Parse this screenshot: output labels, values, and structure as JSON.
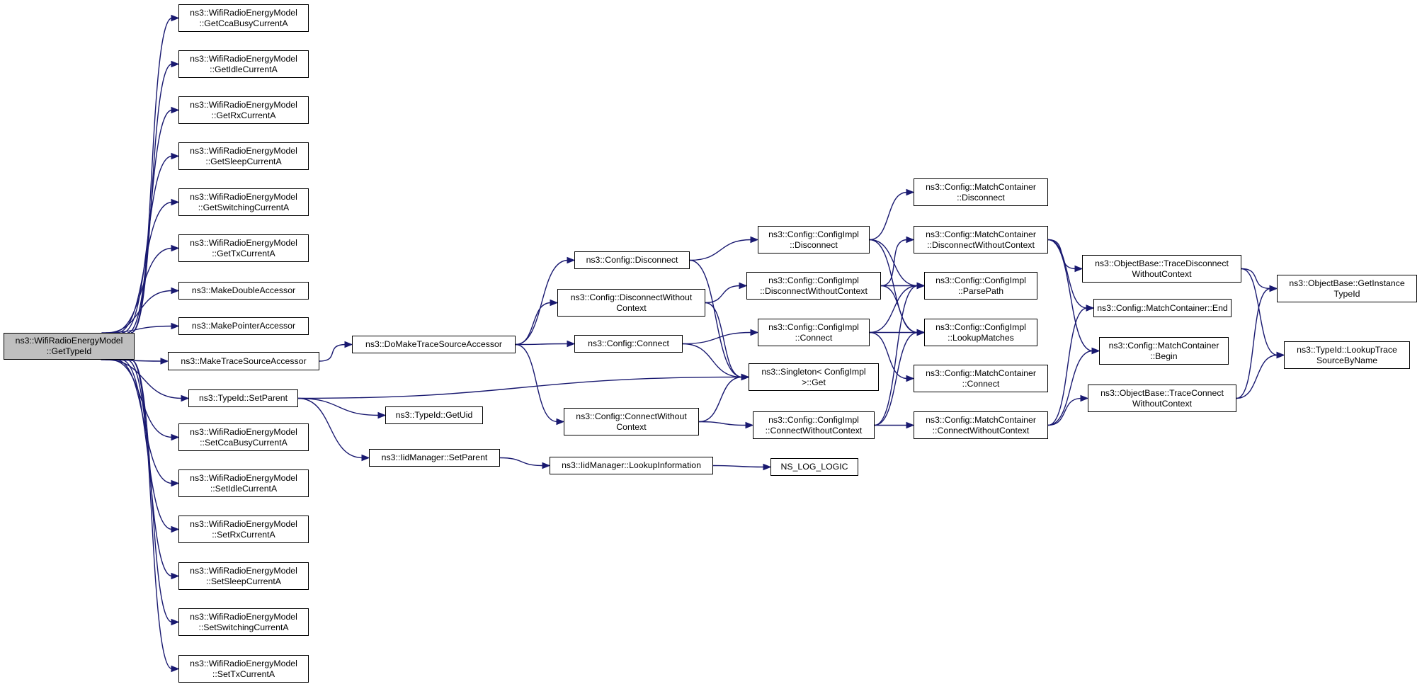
{
  "colors": {
    "edge": "#191970",
    "node_border": "#000000",
    "root_fill": "#bfbfbf",
    "node_fill": "#ffffff"
  },
  "nodes": [
    {
      "id": "root",
      "lines": [
        "ns3::WifiRadioEnergyModel",
        "::GetTypeId"
      ],
      "root": true
    },
    {
      "id": "n1",
      "lines": [
        "ns3::WifiRadioEnergyModel",
        "::GetCcaBusyCurrentA"
      ]
    },
    {
      "id": "n2",
      "lines": [
        "ns3::WifiRadioEnergyModel",
        "::GetIdleCurrentA"
      ]
    },
    {
      "id": "n3",
      "lines": [
        "ns3::WifiRadioEnergyModel",
        "::GetRxCurrentA"
      ]
    },
    {
      "id": "n4",
      "lines": [
        "ns3::WifiRadioEnergyModel",
        "::GetSleepCurrentA"
      ]
    },
    {
      "id": "n5",
      "lines": [
        "ns3::WifiRadioEnergyModel",
        "::GetSwitchingCurrentA"
      ]
    },
    {
      "id": "n6",
      "lines": [
        "ns3::WifiRadioEnergyModel",
        "::GetTxCurrentA"
      ]
    },
    {
      "id": "n7",
      "lines": [
        "ns3::MakeDoubleAccessor"
      ]
    },
    {
      "id": "n8",
      "lines": [
        "ns3::MakePointerAccessor"
      ]
    },
    {
      "id": "n9",
      "lines": [
        "ns3::MakeTraceSourceAccessor"
      ]
    },
    {
      "id": "n10",
      "lines": [
        "ns3::TypeId::SetParent"
      ]
    },
    {
      "id": "n11",
      "lines": [
        "ns3::WifiRadioEnergyModel",
        "::SetCcaBusyCurrentA"
      ]
    },
    {
      "id": "n12",
      "lines": [
        "ns3::WifiRadioEnergyModel",
        "::SetIdleCurrentA"
      ]
    },
    {
      "id": "n13",
      "lines": [
        "ns3::WifiRadioEnergyModel",
        "::SetRxCurrentA"
      ]
    },
    {
      "id": "n14",
      "lines": [
        "ns3::WifiRadioEnergyModel",
        "::SetSleepCurrentA"
      ]
    },
    {
      "id": "n15",
      "lines": [
        "ns3::WifiRadioEnergyModel",
        "::SetSwitchingCurrentA"
      ]
    },
    {
      "id": "n16",
      "lines": [
        "ns3::WifiRadioEnergyModel",
        "::SetTxCurrentA"
      ]
    },
    {
      "id": "n17",
      "lines": [
        "ns3::DoMakeTraceSourceAccessor"
      ]
    },
    {
      "id": "n18",
      "lines": [
        "ns3::TypeId::GetUid"
      ]
    },
    {
      "id": "n19",
      "lines": [
        "ns3::IidManager::SetParent"
      ]
    },
    {
      "id": "n20",
      "lines": [
        "ns3::Config::Disconnect"
      ]
    },
    {
      "id": "n21",
      "lines": [
        "ns3::Config::DisconnectWithout",
        "Context"
      ]
    },
    {
      "id": "n22",
      "lines": [
        "ns3::Config::Connect"
      ]
    },
    {
      "id": "n23",
      "lines": [
        "ns3::Config::ConnectWithout",
        "Context"
      ]
    },
    {
      "id": "n24",
      "lines": [
        "ns3::IidManager::LookupInformation"
      ]
    },
    {
      "id": "n25",
      "lines": [
        "ns3::Config::ConfigImpl",
        "::Disconnect"
      ]
    },
    {
      "id": "n26",
      "lines": [
        "ns3::Config::ConfigImpl",
        "::DisconnectWithoutContext"
      ]
    },
    {
      "id": "n27",
      "lines": [
        "ns3::Config::ConfigImpl",
        "::Connect"
      ]
    },
    {
      "id": "n28",
      "lines": [
        "ns3::Singleton< ConfigImpl",
        " >::Get"
      ]
    },
    {
      "id": "n29",
      "lines": [
        "ns3::Config::ConfigImpl",
        "::ConnectWithoutContext"
      ]
    },
    {
      "id": "n30",
      "lines": [
        "NS_LOG_LOGIC"
      ]
    },
    {
      "id": "n31",
      "lines": [
        "ns3::Config::MatchContainer",
        "::Disconnect"
      ]
    },
    {
      "id": "n32",
      "lines": [
        "ns3::Config::MatchContainer",
        "::DisconnectWithoutContext"
      ]
    },
    {
      "id": "n33",
      "lines": [
        "ns3::Config::ConfigImpl",
        "::ParsePath"
      ]
    },
    {
      "id": "n34",
      "lines": [
        "ns3::Config::ConfigImpl",
        "::LookupMatches"
      ]
    },
    {
      "id": "n35",
      "lines": [
        "ns3::Config::MatchContainer",
        "::Connect"
      ]
    },
    {
      "id": "n36",
      "lines": [
        "ns3::Config::MatchContainer",
        "::ConnectWithoutContext"
      ]
    },
    {
      "id": "n37",
      "lines": [
        "ns3::ObjectBase::TraceDisconnect",
        "WithoutContext"
      ]
    },
    {
      "id": "n38",
      "lines": [
        "ns3::Config::MatchContainer::End"
      ]
    },
    {
      "id": "n39",
      "lines": [
        "ns3::Config::MatchContainer",
        "::Begin"
      ]
    },
    {
      "id": "n40",
      "lines": [
        "ns3::ObjectBase::TraceConnect",
        "WithoutContext"
      ]
    },
    {
      "id": "n41",
      "lines": [
        "ns3::ObjectBase::GetInstance",
        "TypeId"
      ]
    },
    {
      "id": "n42",
      "lines": [
        "ns3::TypeId::LookupTrace",
        "SourceByName"
      ]
    }
  ],
  "edges": [
    [
      "root",
      "n1"
    ],
    [
      "root",
      "n2"
    ],
    [
      "root",
      "n3"
    ],
    [
      "root",
      "n4"
    ],
    [
      "root",
      "n5"
    ],
    [
      "root",
      "n6"
    ],
    [
      "root",
      "n7"
    ],
    [
      "root",
      "n8"
    ],
    [
      "root",
      "n9"
    ],
    [
      "root",
      "n10"
    ],
    [
      "root",
      "n11"
    ],
    [
      "root",
      "n12"
    ],
    [
      "root",
      "n13"
    ],
    [
      "root",
      "n14"
    ],
    [
      "root",
      "n15"
    ],
    [
      "root",
      "n16"
    ],
    [
      "n9",
      "n17"
    ],
    [
      "n10",
      "n28"
    ],
    [
      "n10",
      "n18"
    ],
    [
      "n10",
      "n19"
    ],
    [
      "n17",
      "n20"
    ],
    [
      "n17",
      "n21"
    ],
    [
      "n17",
      "n22"
    ],
    [
      "n17",
      "n23"
    ],
    [
      "n19",
      "n24"
    ],
    [
      "n24",
      "n30"
    ],
    [
      "n20",
      "n25"
    ],
    [
      "n20",
      "n28"
    ],
    [
      "n21",
      "n26"
    ],
    [
      "n21",
      "n28"
    ],
    [
      "n22",
      "n27"
    ],
    [
      "n22",
      "n28"
    ],
    [
      "n23",
      "n28"
    ],
    [
      "n23",
      "n29"
    ],
    [
      "n25",
      "n31"
    ],
    [
      "n25",
      "n33"
    ],
    [
      "n25",
      "n34"
    ],
    [
      "n26",
      "n32"
    ],
    [
      "n26",
      "n33"
    ],
    [
      "n26",
      "n34"
    ],
    [
      "n27",
      "n33"
    ],
    [
      "n27",
      "n34"
    ],
    [
      "n27",
      "n35"
    ],
    [
      "n29",
      "n33"
    ],
    [
      "n29",
      "n34"
    ],
    [
      "n29",
      "n36"
    ],
    [
      "n32",
      "n37"
    ],
    [
      "n32",
      "n38"
    ],
    [
      "n32",
      "n39"
    ],
    [
      "n36",
      "n40"
    ],
    [
      "n36",
      "n38"
    ],
    [
      "n36",
      "n39"
    ],
    [
      "n37",
      "n41"
    ],
    [
      "n37",
      "n42"
    ],
    [
      "n40",
      "n41"
    ],
    [
      "n40",
      "n42"
    ]
  ]
}
